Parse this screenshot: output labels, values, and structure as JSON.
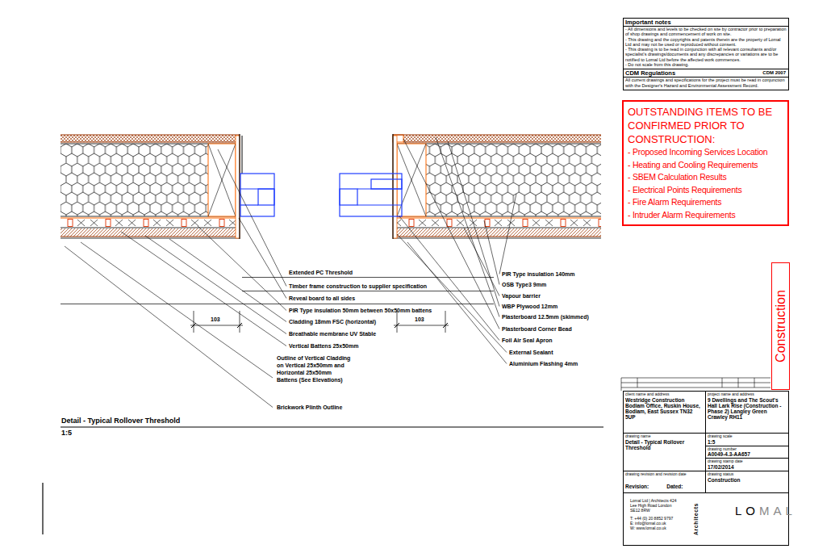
{
  "diagram": {
    "title": "Detail - Typical Rollover Threshold",
    "caption": "1:5",
    "nodes": [
      {
        "text": [
          "Important notes",
          "- All dimensions and levels to be checked on site by contractor prior to preparation of shop drawings and commencement of work on site.",
          "- This drawing and the copyrights and patents therein are the property of Lomal Ltd and may not be used or reproduced without consent.",
          "- This drawing is to be read in conjunction with all relevant consultants and/or specialist's drawings/documents and any discrepancies or variations are to be notified to Lomal Ltd before the affected work commences.",
          "- Do not scale from this drawing."
        ]
      },
      {
        "text": [
          "CDM Regulations",
          "CDM 2007",
          "All current drawings and specifications for the project must be read in conjunction with the Designer's Hazard and Environmental Assessment Record."
        ]
      },
      {
        "text": [
          "OUTSTANDING ITEMS TO BE CONFIRMED PRIOR TO CONSTRUCTION:",
          "- Proposed Incoming Services Location",
          "- Heating and Cooling Requirements",
          "- SBEM Calculation Results",
          "- Electrical Points Requirements",
          "- Fire Alarm Requirements",
          "- Intruder Alarm Requirements"
        ]
      },
      {
        "text": [
          "Construction"
        ]
      },
      {
        "text": [
          "client name and address",
          "Westridge Construction Bodiam Office, Ruskin House, Bodiam, East Sussex TN32 5UP"
        ]
      },
      {
        "text": [
          "project name and address",
          "9 Dwellings and The Scout's Hall Lark Rise (Construction - Phase 2) Langley Green Crawley RH11"
        ]
      },
      {
        "text": [
          "drawing name",
          "Detail - Typical Rollover Threshold"
        ]
      },
      {
        "text": [
          "drawing scale",
          "1:5"
        ]
      },
      {
        "text": [
          "drawing number",
          "A0049-4.3-AA657"
        ]
      },
      {
        "text": [
          "drawing stamp date",
          "17/02/2014"
        ]
      },
      {
        "text": [
          "drawing revision and revision date",
          "Revision:",
          "Dated:"
        ]
      },
      {
        "text": [
          "drawing status",
          "Construction"
        ]
      },
      {
        "text": [
          "Lomal Ltd | Architects 424 Lee High Road London SE12 8RW",
          "T: +44 (0) 20 8852 9797",
          "E: info@lomal.co.uk",
          "W: www.lomal.co.uk",
          "Architects",
          "LO",
          "MAL"
        ]
      }
    ],
    "labels": [
      "Extended PC Threshold",
      "Timber frame construction to supplier specification",
      "Reveal board to all sides",
      "PIR Type insulation 50mm between 50x50mm battens",
      "Cladding 18mm FSC (horizontal)",
      "Breathable membrane UV Stable",
      "Vertical Battens 25x50mm",
      "Outline of Vertical Cladding on Vertical 25x50mm and Horizontal 25x50mm Battens (See Elevations)",
      "Brickwork Plinth Outline",
      "103",
      "103",
      "PIR Type insulation 140mm",
      "OSB Type3 9mm",
      "Vapour barrier",
      "WBP Plywood 12mm",
      "Plasterboard 12.5mm (skimmed)",
      "Plasterboard Corner Bead",
      "Foil Air Seal Apron",
      "External Sealant",
      "Aluminium Flashing 4mm"
    ]
  }
}
